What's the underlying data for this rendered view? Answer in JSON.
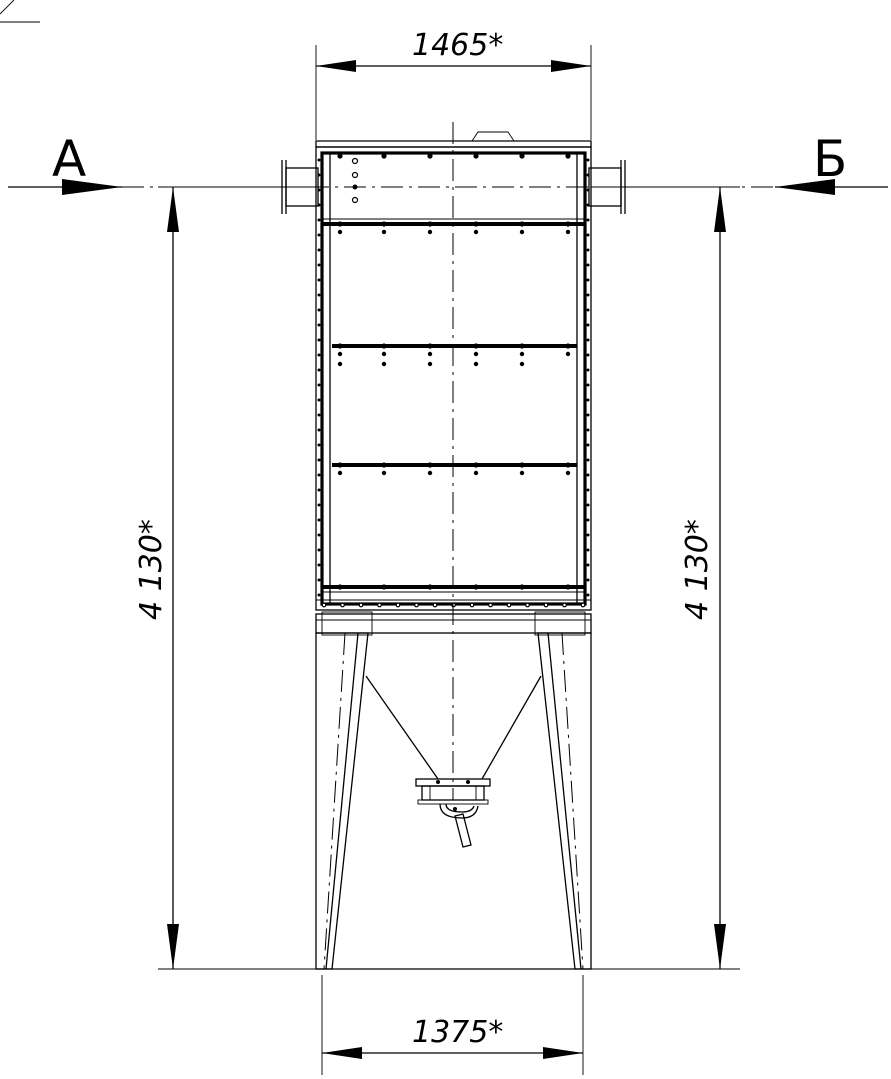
{
  "section_labels": {
    "left": "А",
    "right": "Б"
  },
  "dimensions": {
    "top_width": "1465*",
    "bottom_width": "1375*",
    "height_left": "4 130*",
    "height_right": "4 130*"
  }
}
